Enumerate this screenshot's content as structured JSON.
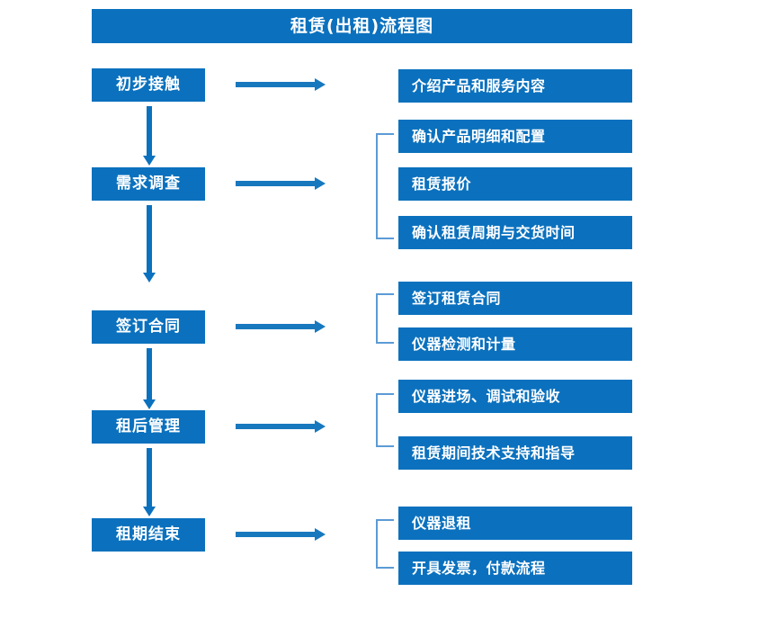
{
  "title": "租赁(出租)流程图",
  "colors": {
    "box_blue": "#0B71BE",
    "arrow_blue": "#1878BE",
    "bracket_blue": "#5B9BD5",
    "text_white": "#FFFFFF",
    "background": "#FFFFFF"
  },
  "stages": [
    {
      "label": "初步接触"
    },
    {
      "label": "需求调查"
    },
    {
      "label": "签订合同"
    },
    {
      "label": "租后管理"
    },
    {
      "label": "租期结束"
    }
  ],
  "details": [
    {
      "label": "介绍产品和服务内容"
    },
    {
      "label": "确认产品明细和配置"
    },
    {
      "label": "租赁报价"
    },
    {
      "label": "确认租赁周期与交货时间"
    },
    {
      "label": "签订租赁合同"
    },
    {
      "label": "仪器检测和计量"
    },
    {
      "label": "仪器进场、调试和验收"
    },
    {
      "label": "租赁期间技术支持和指导"
    },
    {
      "label": "仪器退租"
    },
    {
      "label": "开具发票，付款流程"
    }
  ],
  "groups": [
    {
      "stage": "初步接触",
      "items": [
        "介绍产品和服务内容"
      ]
    },
    {
      "stage": "需求调查",
      "items": [
        "确认产品明细和配置",
        "租赁报价",
        "确认租赁周期与交货时间"
      ]
    },
    {
      "stage": "签订合同",
      "items": [
        "签订租赁合同",
        "仪器检测和计量"
      ]
    },
    {
      "stage": "租后管理",
      "items": [
        "仪器进场、调试和验收",
        "租赁期间技术支持和指导"
      ]
    },
    {
      "stage": "租期结束",
      "items": [
        "仪器退租",
        "开具发票，付款流程"
      ]
    }
  ]
}
